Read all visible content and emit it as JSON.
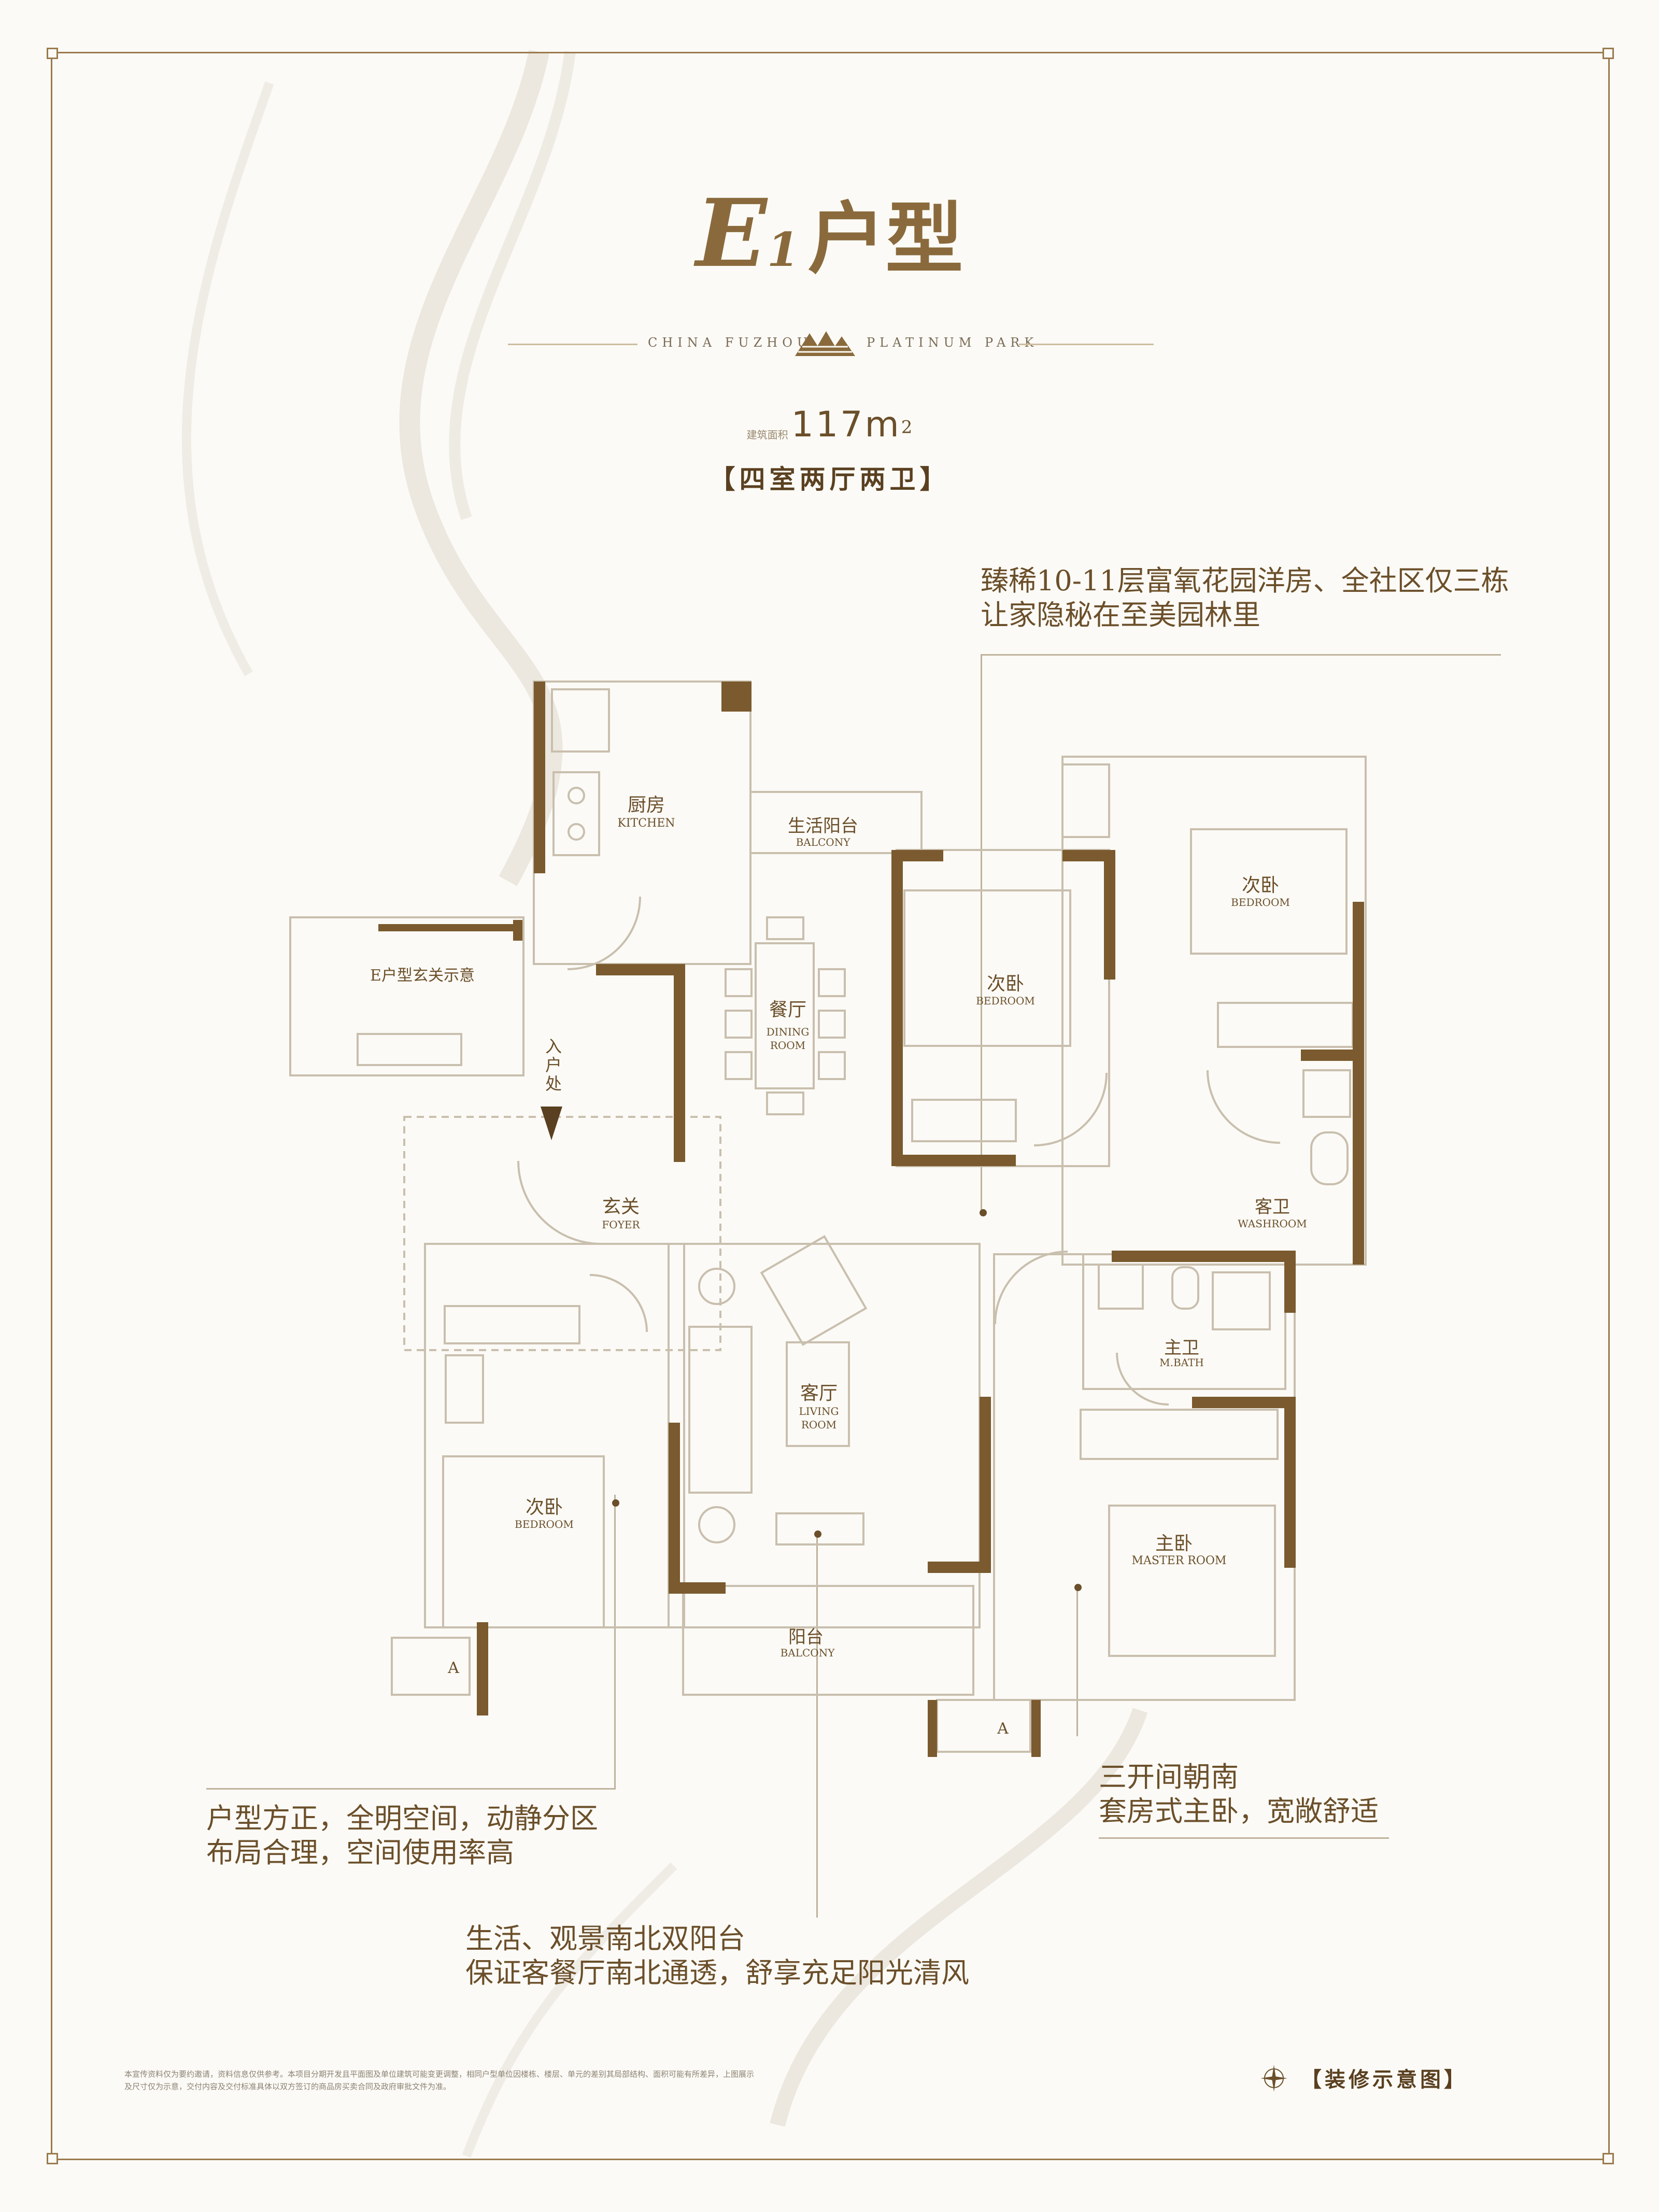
{
  "header": {
    "title_letter": "E",
    "title_sub": "1",
    "title_cn": "户型",
    "brand_left": "CHINA FUZHOU",
    "brand_right": "PLATINUM PARK",
    "area_label": "建筑面积",
    "area_value": "117m",
    "area_unit_sup": "2",
    "layout_type": "【四室两厅两卫】"
  },
  "notes": {
    "top_right_1": "臻稀10-11层富氧花园洋房、全社区仅三栋",
    "top_right_2": "让家隐秘在至美园林里",
    "bottom_left_1": "户型方正，全明空间，动静分区",
    "bottom_left_2": "布局合理，空间使用率高",
    "bottom_right_1": "三开间朝南",
    "bottom_right_2": "套房式主卧，宽敞舒适",
    "bottom_center_1": "生活、观景南北双阳台",
    "bottom_center_2": "保证客餐厅南北通透，舒享充足阳光清风"
  },
  "rooms": {
    "kitchen_cn": "厨房",
    "kitchen_en": "KITCHEN",
    "service_balcony_cn": "生活阳台",
    "service_balcony_en": "BALCONY",
    "dining_cn": "餐厅",
    "dining_en_1": "DINING",
    "dining_en_2": "ROOM",
    "bedroom_mid_cn": "次卧",
    "bedroom_mid_en": "BEDROOM",
    "bedroom_ne_cn": "次卧",
    "bedroom_ne_en": "BEDROOM",
    "washroom_cn": "客卫",
    "washroom_en": "WASHROOM",
    "foyer_cn": "玄关",
    "foyer_en": "FOYER",
    "entrance_1": "入",
    "entrance_2": "户",
    "entrance_3": "处",
    "foyer_inset": "E户型玄关示意",
    "living_cn": "客厅",
    "living_en_1": "LIVING",
    "living_en_2": "ROOM",
    "mbath_cn": "主卫",
    "mbath_en": "M.BATH",
    "bedroom_sw_cn": "次卧",
    "bedroom_sw_en": "BEDROOM",
    "master_cn": "主卧",
    "master_en": "MASTER ROOM",
    "balcony_cn": "阳台",
    "balcony_en": "BALCONY",
    "ac_label": "A"
  },
  "footer": {
    "disclaimer_1": "本宣传资料仅为要约邀请，资料信息仅供参考。本项目分期开发且平面图及单位建筑可能变更调整，相同户型单位因楼栋、楼层、单元的差别其局部结构、面积可能有所差异，上图展示",
    "disclaimer_2": "及尺寸仅为示意，交付内容及交付标准具体以双方签订的商品房买卖合同及政府审批文件为准。",
    "decor_label": "【装修示意图】"
  },
  "colors": {
    "accent": "#8a6a3c",
    "wall": "#7a5a2e",
    "line": "#c9bfae"
  }
}
